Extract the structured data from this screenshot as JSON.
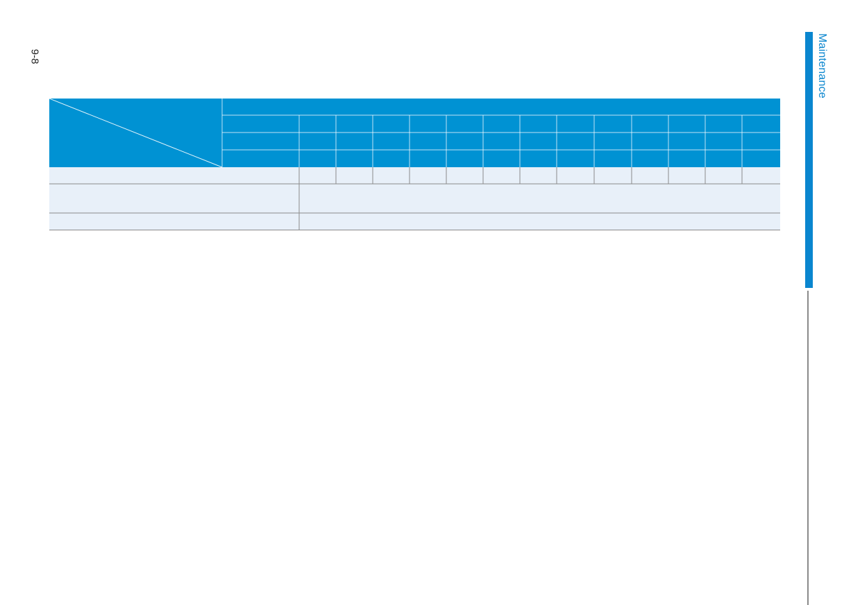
{
  "page": {
    "number": "9-8",
    "section": "Maintenance"
  },
  "colors": {
    "accent": "#0a86cf",
    "header_fill": "#0092d3",
    "body_fill": "#e8f0f9",
    "line_gray": "#8a8a8a"
  },
  "table": {
    "header_interval_columns": 13,
    "body_rows": [
      "",
      "",
      ""
    ]
  }
}
